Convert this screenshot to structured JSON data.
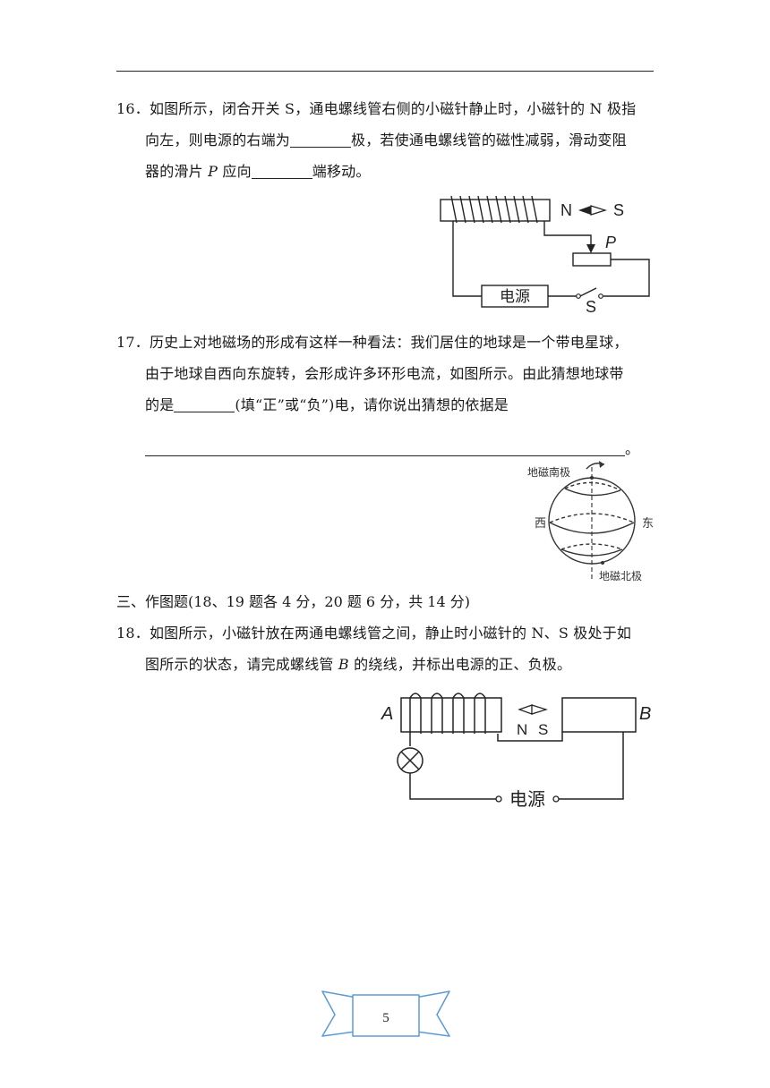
{
  "q16": {
    "line1": "16．如图所示，闭合开关 S，通电螺线管右侧的小磁针静止时，小磁针的 N 极指",
    "line2a": "向左，则电源的右端为",
    "line2b": "极，若使通电螺线管的磁性减弱，滑动变阻",
    "line3a": "器的滑片",
    "line3_italic": "P",
    "line3b": "应向",
    "line3c": "端移动。",
    "fig": {
      "n": "N",
      "s": "S",
      "p": "P",
      "source": "电源",
      "switch": "S"
    }
  },
  "q17": {
    "line1": "17．历史上对地磁场的形成有这样一种看法：我们居住的地球是一个带电星球，",
    "line2": "由于地球自西向东旋转，会形成许多环形电流，如图所示。由此猜想地球带",
    "line3a": "的是",
    "line3b": "(填“正”或“负”)电，请你说出猜想的依据是",
    "line4_end": "。",
    "fig": {
      "south_pole": "地磁南极",
      "north_pole": "地磁北极",
      "west": "西",
      "east": "东"
    }
  },
  "section3": "三、作图题(18、19 题各 4 分，20 题 6 分，共 14 分)",
  "q18": {
    "line1": "18．如图所示，小磁针放在两通电螺线管之间，静止时小磁针的 N、S 极处于如",
    "line2a": "图所示的状态，请完成螺线管",
    "line2_italic": "B",
    "line2b": "的绕线，并标出电源的正、负极。",
    "fig": {
      "a": "A",
      "b": "B",
      "n": "N",
      "s": "S",
      "source": "电源"
    }
  },
  "page_number": "5"
}
